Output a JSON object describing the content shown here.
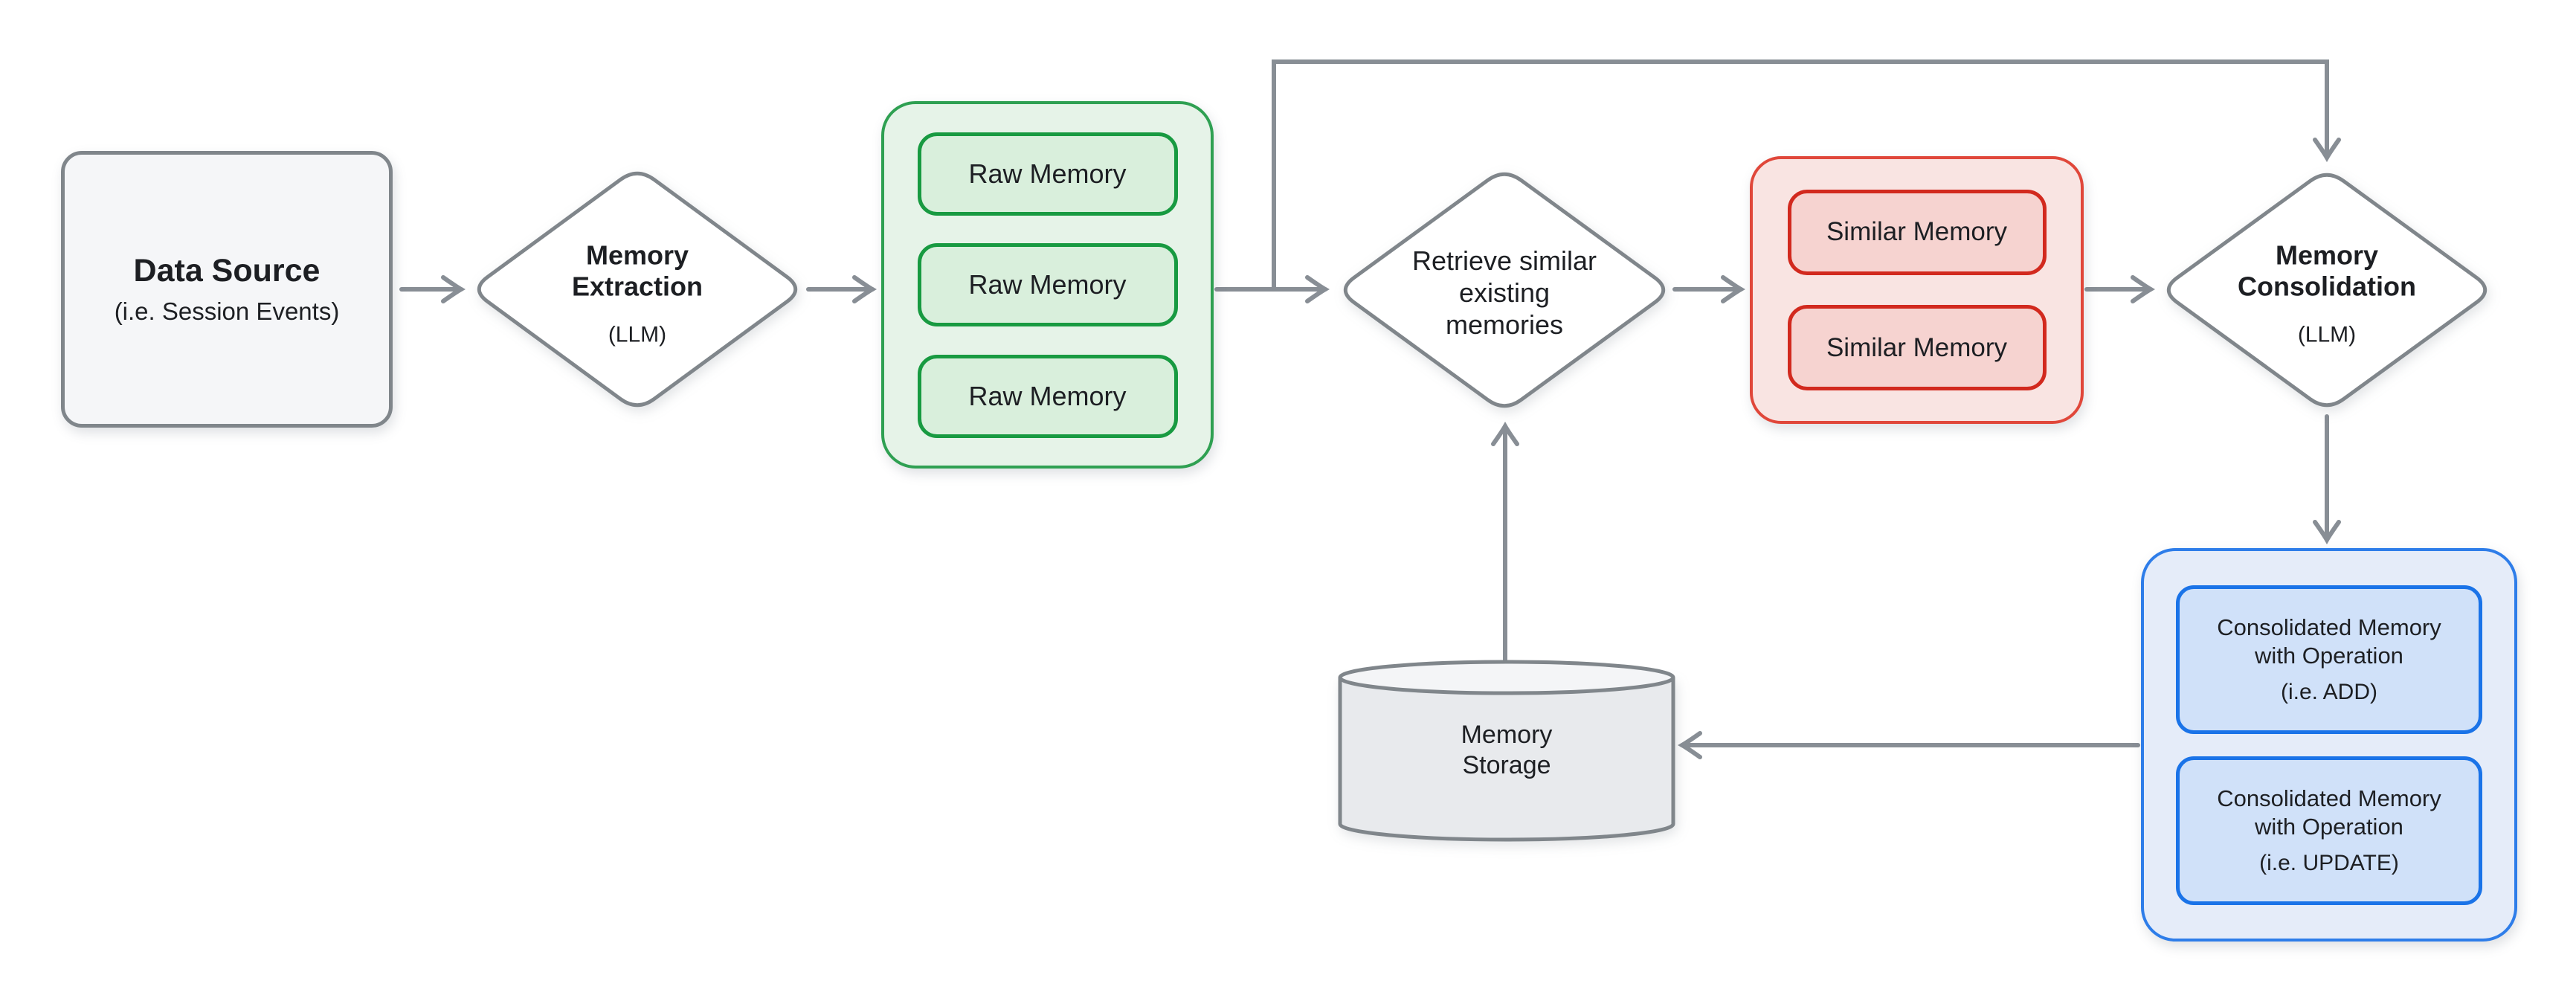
{
  "palette": {
    "background": "#ffffff",
    "text": "#1d1f23",
    "line_gray": "#888e95",
    "node_border_gray": "#80868b",
    "node_fill_gray": "#f5f6f8",
    "cyl_fill": "#e8eaed",
    "cyl_rim_fill": "#f4f5f7",
    "green_border": "#2fa052",
    "green_fill": "#e6f3e8",
    "green_inner_border": "#189a41",
    "green_inner_fill": "#d9efdc",
    "red_border": "#e0473a",
    "red_fill": "#f9e4e2",
    "red_inner_border": "#d2291e",
    "red_inner_fill": "#f6d3d0",
    "blue_border": "#2e7de9",
    "blue_fill": "#e5ecf9",
    "blue_inner_border": "#1a73e8",
    "blue_inner_fill": "#d0e1f9"
  },
  "nodes": {
    "data_source": {
      "title": "Data Source",
      "subtitle": "(i.e. Session Events)"
    },
    "memory_extraction": {
      "title": "Memory\nExtraction",
      "subtitle": "(LLM)"
    },
    "raw_memories": {
      "items": [
        "Raw Memory",
        "Raw Memory",
        "Raw Memory"
      ]
    },
    "retrieve_similar": {
      "title": "Retrieve similar\nexisting\nmemories"
    },
    "similar_memories": {
      "items": [
        "Similar Memory",
        "Similar Memory"
      ]
    },
    "memory_consolidation": {
      "title": "Memory\nConsolidation",
      "subtitle": "(LLM)"
    },
    "consolidated_memories": {
      "items": [
        {
          "title": "Consolidated Memory\nwith Operation",
          "subtitle": "(i.e. ADD)"
        },
        {
          "title": "Consolidated Memory\nwith Operation",
          "subtitle": "(i.e. UPDATE)"
        }
      ]
    },
    "memory_storage": {
      "title": "Memory\nStorage"
    }
  },
  "edges": [
    {
      "from": "data-source",
      "to": "memory-extraction"
    },
    {
      "from": "memory-extraction",
      "to": "raw-memories"
    },
    {
      "from": "raw-memories",
      "to": "retrieve-similar-existing-memories"
    },
    {
      "from": "retrieve-similar-existing-memories",
      "to": "similar-memories"
    },
    {
      "from": "similar-memories",
      "to": "memory-consolidation"
    },
    {
      "from": "memory-consolidation",
      "to": "consolidated-memories"
    },
    {
      "from": "consolidated-memories",
      "to": "memory-storage"
    },
    {
      "from": "memory-storage",
      "to": "retrieve-similar-existing-memories"
    },
    {
      "from": "raw-memories",
      "to": "memory-consolidation"
    }
  ]
}
